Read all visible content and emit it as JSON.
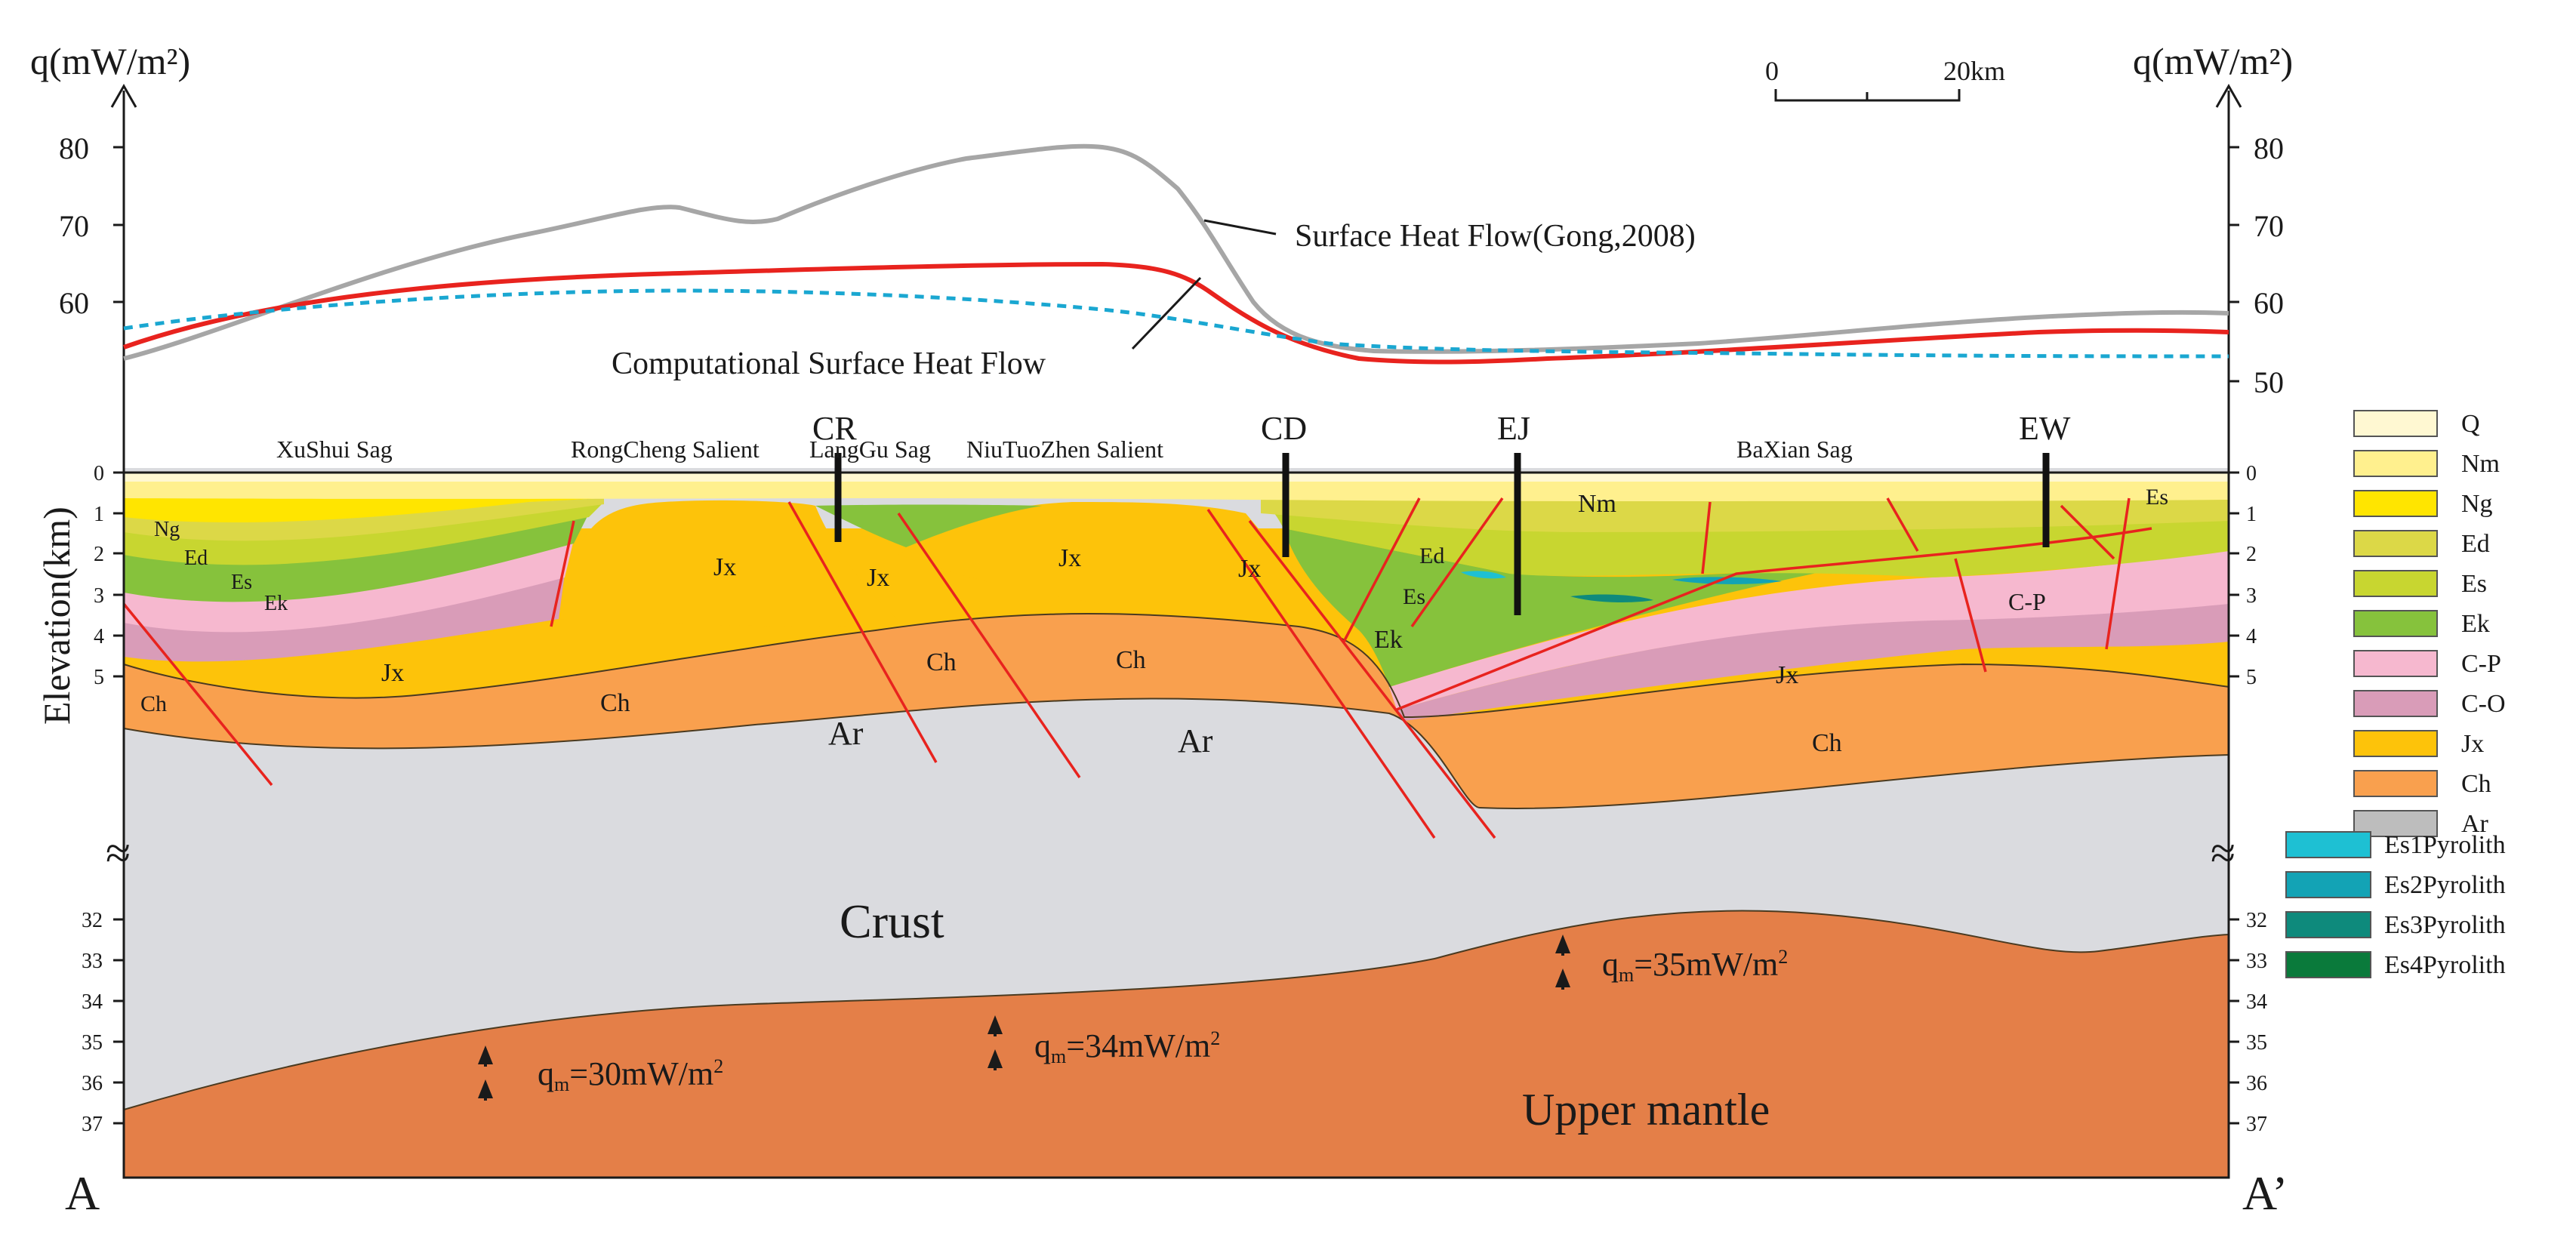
{
  "axes": {
    "left_title": "q(mW/m²)",
    "right_title": "q(mW/m²)",
    "depth_title": "Elevation(km)",
    "heatflow_ticks_left": [
      "80",
      "70",
      "60"
    ],
    "heatflow_ticks_right": [
      "80",
      "70",
      "60",
      "50"
    ],
    "depth_ticks_upper": [
      "0",
      "1",
      "2",
      "3",
      "4",
      "5"
    ],
    "depth_ticks_lower": [
      "32",
      "33",
      "34",
      "35",
      "36",
      "37"
    ],
    "break_symbol": "≈"
  },
  "scale_bar": {
    "start": "0",
    "end": "20km"
  },
  "curves": {
    "surface_label": "Surface Heat Flow(Gong,2008)",
    "computational_label": "Computational Surface Heat Flow",
    "surface_color": "#a6a6a6",
    "computational_color": "#e8231e",
    "dashed_color": "#1aa7d1"
  },
  "structural_units": [
    "XuShui Sag",
    "RongCheng Salient",
    "LangGu Sag",
    "NiuTuoZhen Salient",
    "BaXian Sag"
  ],
  "wells": [
    "CR",
    "CD",
    "EJ",
    "EW"
  ],
  "body_labels": {
    "ng": "Ng",
    "ed": "Ed",
    "es": "Es",
    "ek": "Ek",
    "jx_a": "Jx",
    "jx_b": "Jx",
    "jx_c": "Jx",
    "jx_d": "Jx",
    "jx_e": "Jx",
    "jx_f": "Jx",
    "ch_a": "Ch",
    "ch_b": "Ch",
    "ch_c": "Ch",
    "ch_d": "Ch",
    "ch_e": "Ch",
    "ar_a": "Ar",
    "ar_b": "Ar",
    "ed_2": "Ed",
    "es_2": "Es",
    "ek_2": "Ek",
    "nm": "Nm",
    "cp": "C-P",
    "es_3": "Es",
    "crust": "Crust",
    "mantle": "Upper mantle"
  },
  "mantle_heat_flow": [
    {
      "q": "q",
      "sub": "m",
      "eq": "=30mW/m",
      "sup": "2"
    },
    {
      "q": "q",
      "sub": "m",
      "eq": "=34mW/m",
      "sup": "2"
    },
    {
      "q": "q",
      "sub": "m",
      "eq": "=35mW/m",
      "sup": "2"
    }
  ],
  "section_ends": {
    "left": "A",
    "right": "A’"
  },
  "legend": [
    {
      "label": "Q",
      "color": "#fff8d2"
    },
    {
      "label": "Nm",
      "color": "#fff08e"
    },
    {
      "label": "Ng",
      "color": "#ffe500"
    },
    {
      "label": "Ed",
      "color": "#dcd847"
    },
    {
      "label": "Es",
      "color": "#c8d630"
    },
    {
      "label": "Ek",
      "color": "#86c23c"
    },
    {
      "label": "C-P",
      "color": "#f6b8cf"
    },
    {
      "label": "C-O",
      "color": "#d99cb8"
    },
    {
      "label": "Jx",
      "color": "#fdc30a"
    },
    {
      "label": "Ch",
      "color": "#f9a04e"
    },
    {
      "label": "Ar",
      "color": "#bdbdbd"
    }
  ],
  "pyrolith_legend": [
    {
      "label": "Es1Pyrolith",
      "color": "#1ec0d3"
    },
    {
      "label": "Es2Pyrolith",
      "color": "#13a3b5"
    },
    {
      "label": "Es3Pyrolith",
      "color": "#0e8a7c"
    },
    {
      "label": "Es4Pyrolith",
      "color": "#0a7a3b"
    }
  ],
  "fill_colors": {
    "crust": "#dadbdf",
    "mantle": "#e47f48",
    "frame": "#ffffff"
  }
}
